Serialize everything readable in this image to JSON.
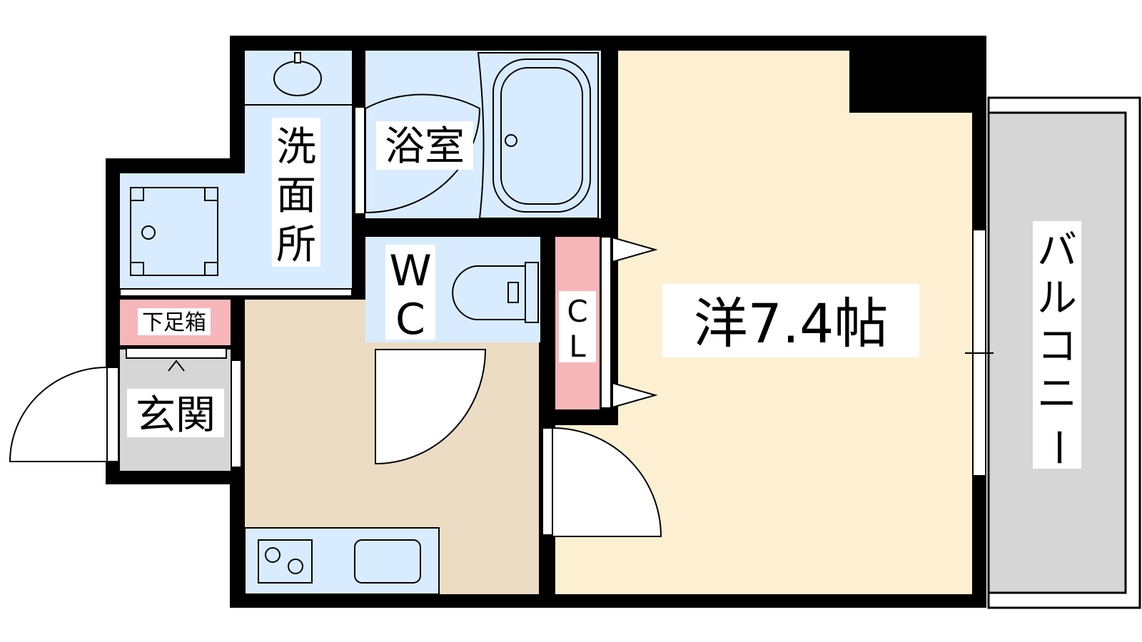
{
  "floor_plan": {
    "rooms": {
      "western_room": {
        "label": "洋7.4帖"
      },
      "bathroom": {
        "label": "浴室"
      },
      "washroom": {
        "label_chars": [
          "洗",
          "面",
          "所"
        ]
      },
      "toilet": {
        "label_chars": [
          "W",
          "C"
        ]
      },
      "closet": {
        "label_chars": [
          "C",
          "L"
        ]
      },
      "entrance": {
        "label": "玄関"
      },
      "shoe_box": {
        "label": "下足箱"
      },
      "balcony": {
        "label_chars": [
          "バ",
          "ル",
          "コ",
          "ニ",
          "ー"
        ]
      }
    },
    "colors": {
      "wall": "#000000",
      "western_floor": "#fdf0d2",
      "wet_area": "#d9ecff",
      "kitchen_floor": "#ecdcc4",
      "entrance_floor": "#d6d6d6",
      "closet": "#f6b6ba",
      "balcony": "#d6d6d6"
    }
  }
}
